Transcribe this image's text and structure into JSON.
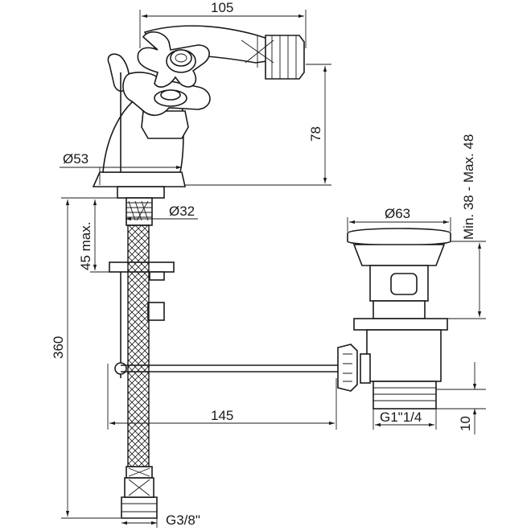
{
  "dimensions": {
    "top_width": "105",
    "spout_height": "78",
    "base_diameter": "Ø53",
    "shank_diameter": "Ø32",
    "max_deck": "45 max.",
    "total_height": "360",
    "rod_length": "145",
    "hose_thread": "G3/8\"",
    "waste_diameter": "Ø63",
    "waste_range": "Min. 38 - Max. 48",
    "waste_thread": "G1\"1/4",
    "waste_tail": "10"
  }
}
